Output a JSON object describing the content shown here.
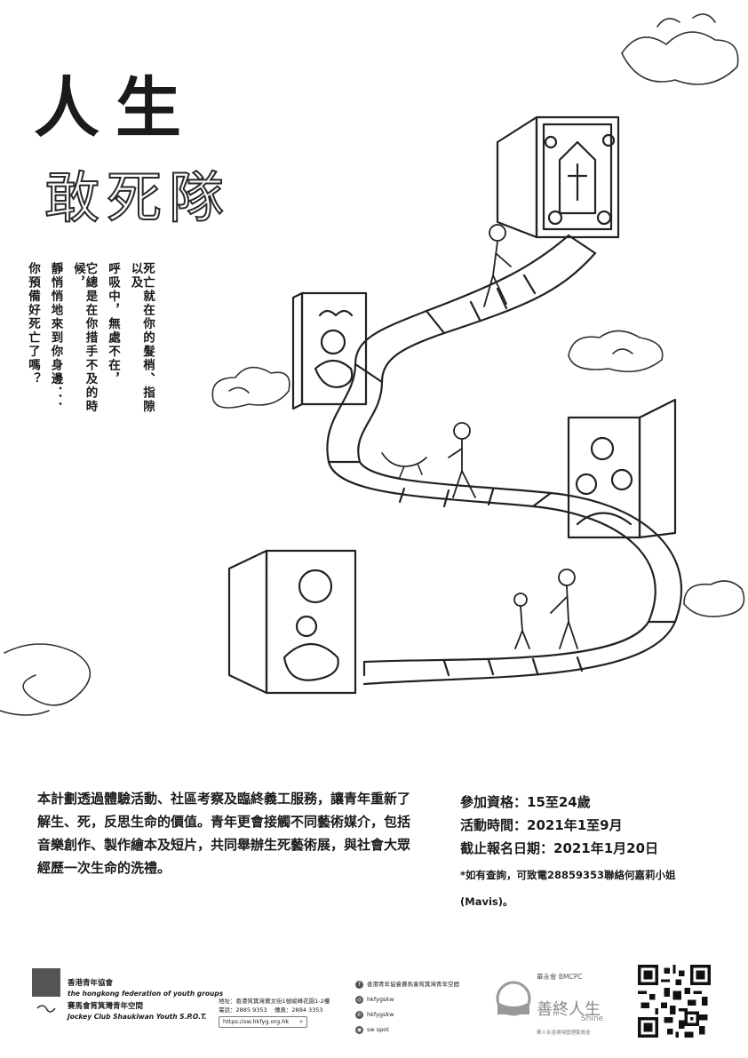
{
  "title": {
    "main": "人生",
    "sub": "敢死隊"
  },
  "poem": [
    "死亡就在你的髮梢、指隙以及",
    "呼吸中，無處不在，",
    "它總是在你措手不及的時候，",
    "靜悄悄地來到你身邊．．．",
    "你預備好死亡了嗎？"
  ],
  "description": "本計劃透過體驗活動、社區考察及臨終義工服務，讓青年重新了解生、死，反思生命的價值。青年更會接觸不同藝術媒介，包括音樂創作、製作繪本及短片，共同舉辦生死藝術展，與社會大眾經歷一次生命的洗禮。",
  "info": {
    "eligibility": "參加資格：15至24歲",
    "period": "活動時間：2021年1至9月",
    "deadline": "截止報名日期：2021年1月20日",
    "note": "*如有查詢，可致電28859353聯絡何嘉莉小姐(Mavis)。"
  },
  "footer": {
    "org_cn": "香港青年協會",
    "org_en": "the hongkong federation of youth groups",
    "branch_cn": "賽馬會筲箕灣青年空間",
    "branch_en": "Jockey Club Shaukiwan Youth S.P.O.T.",
    "address": "地址：香港筲箕灣寶文街1號峻峰花園1-2樓",
    "phone": "電話：2885 9353",
    "fax": "傳真：2884 3353",
    "url": "https://sw.hkfyg.org.hk",
    "social": [
      {
        "icon": "facebook-icon",
        "glyph": "f",
        "label": "香港青年協會賽馬會筲箕灣青年空間"
      },
      {
        "icon": "instagram-icon",
        "glyph": "◎",
        "label": "hkfygskw"
      },
      {
        "icon": "whatsapp-icon",
        "glyph": "✆",
        "label": "hkfygskw"
      },
      {
        "icon": "wechat-icon",
        "glyph": "◉",
        "label": "sw spot"
      }
    ],
    "partner_top": "華永會 BMCPC",
    "partner_name": "善終人生",
    "partner_en": "Shine",
    "partner_bottom": "華人永遠墳場管理委員會"
  }
}
